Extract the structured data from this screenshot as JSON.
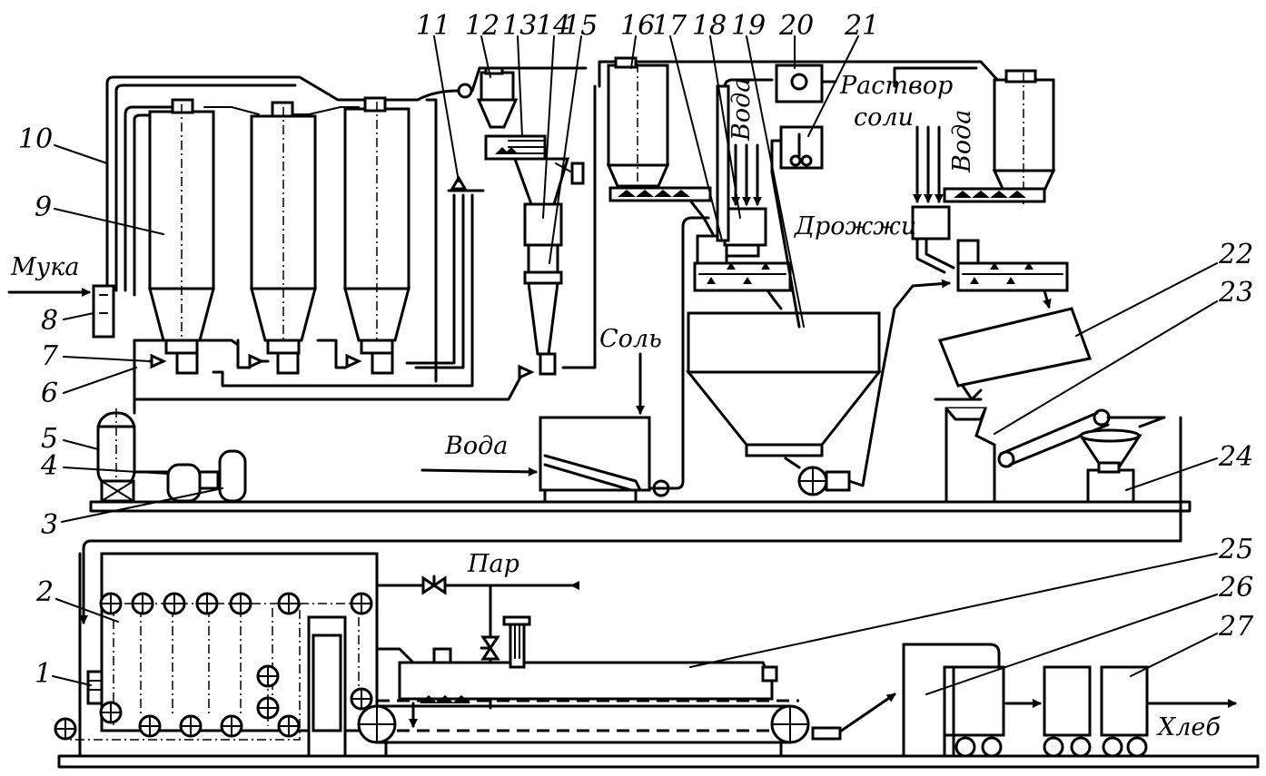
{
  "labels": {
    "flour": "Мука",
    "salt": "Соль",
    "water": "Вода",
    "salt_solution_line1": "Раствор",
    "salt_solution_line2": "соли",
    "yeast": "Дрожжи",
    "steam": "Пар",
    "bread": "Хлеб"
  },
  "numbers": [
    "1",
    "2",
    "3",
    "4",
    "5",
    "6",
    "7",
    "8",
    "9",
    "10",
    "11",
    "12",
    "13",
    "14",
    "15",
    "16",
    "17",
    "18",
    "19",
    "20",
    "21",
    "22",
    "23",
    "24",
    "25",
    "26",
    "27"
  ]
}
